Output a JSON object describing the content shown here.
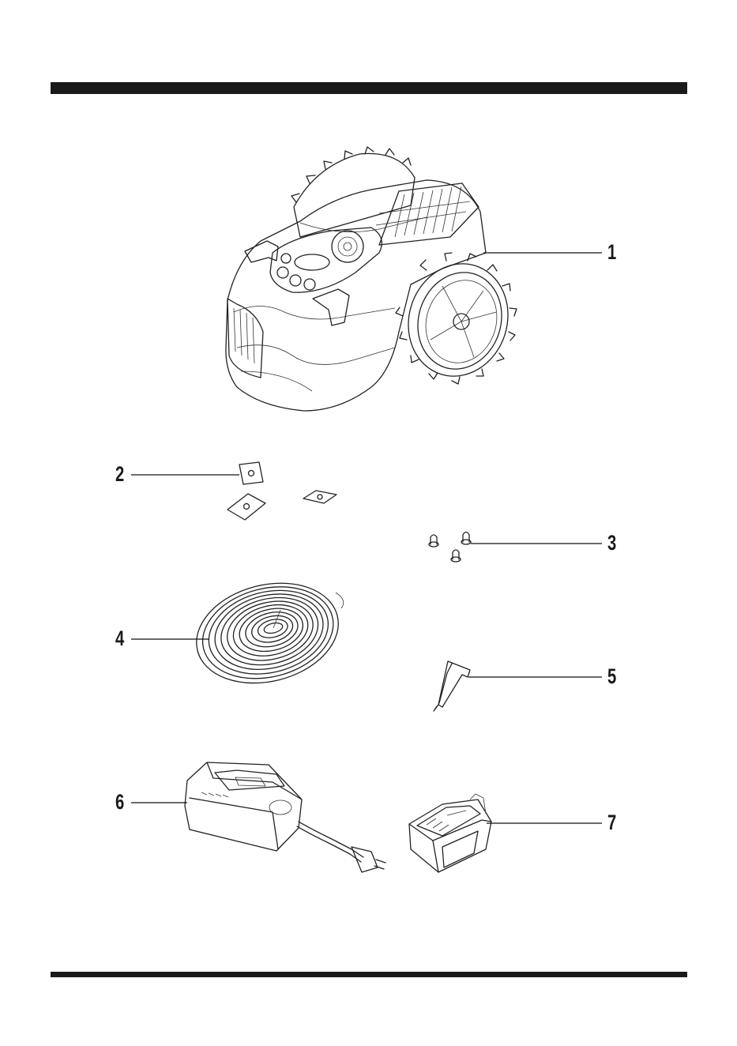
{
  "callouts": {
    "c1": "1",
    "c2": "2",
    "c3": "3",
    "c4": "4",
    "c5": "5",
    "c6": "6",
    "c7": "7"
  },
  "icons": {
    "mower": "robotic-mower-icon",
    "blades": "blade-icon",
    "screws": "screw-icon",
    "wire": "boundary-wire-icon",
    "peg": "peg-icon",
    "charger": "charger-icon",
    "battery": "battery-icon"
  },
  "colors": {
    "ink": "#1a1a1a",
    "background": "#ffffff"
  }
}
